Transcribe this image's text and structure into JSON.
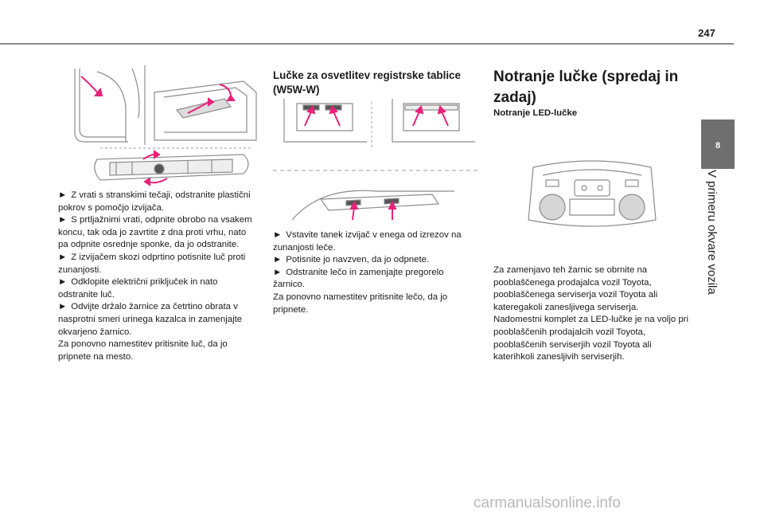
{
  "page": {
    "number": "247"
  },
  "side_tab": {
    "number": "8",
    "title": "V primeru okvare vozila"
  },
  "col1": {
    "paragraphs": [
      {
        "bullet": "►",
        "text": "Z vrati s stranskimi tečaji, odstranite plastični pokrov s pomočjo izvijača."
      },
      {
        "bullet": "►",
        "text": "S prtljažnimi vrati, odpnite obrobo na vsakem koncu, tak oda jo zavrtite z dna proti vrhu, nato pa odpnite osrednje sponke, da jo odstranite."
      },
      {
        "bullet": "►",
        "text": "Z izvijačem skozi odprtino potisnite luč proti zunanjosti."
      },
      {
        "bullet": "►",
        "text": "Odklopite električni priključek in nato odstranite luč."
      },
      {
        "bullet": "►",
        "text": "Odvijte držalo žarnice za četrtino obrata v nasprotni smeri urinega kazalca in zamenjajte okvarjeno žarnico."
      },
      {
        "bullet": "",
        "text": "Za ponovno namestitev pritisnite luč, da jo pripnete na mesto."
      }
    ]
  },
  "col2": {
    "heading": "Lučke za osvetlitev registrske tablice (W5W-W)",
    "paragraphs": [
      {
        "bullet": "►",
        "text": "Vstavite tanek izvijač v enega od izrezov na zunanjosti leče."
      },
      {
        "bullet": "►",
        "text": "Potisnite jo navzven, da jo odpnete."
      },
      {
        "bullet": "►",
        "text": "Odstranite lečo in zamenjajte pregorelo žarnico."
      },
      {
        "bullet": "",
        "text": "Za ponovno namestitev pritisnite lečo, da jo pripnete."
      }
    ]
  },
  "col3": {
    "heading": "Notranje lučke (spredaj in zadaj)",
    "subheading": "Notranje LED-lučke",
    "paragraphs": [
      {
        "bullet": "",
        "text": "Za zamenjavo teh žarnic se obrnite na pooblaščenega prodajalca vozil Toyota, pooblaščenega serviserja vozil Toyota ali kateregakoli zanesljivega serviserja."
      },
      {
        "bullet": "",
        "text": "Nadomestni komplet za LED-lučke je na voljo pri pooblaščenih prodajalcih vozil Toyota, pooblaščenih serviserjih vozil Toyota ali katerihkoli zanesljivih serviserjih."
      }
    ]
  },
  "watermark": "carmanualsonline.info",
  "colors": {
    "arrow": "#e8217a",
    "tab": "#6f6f6f",
    "rule": "#8a8a8a"
  }
}
